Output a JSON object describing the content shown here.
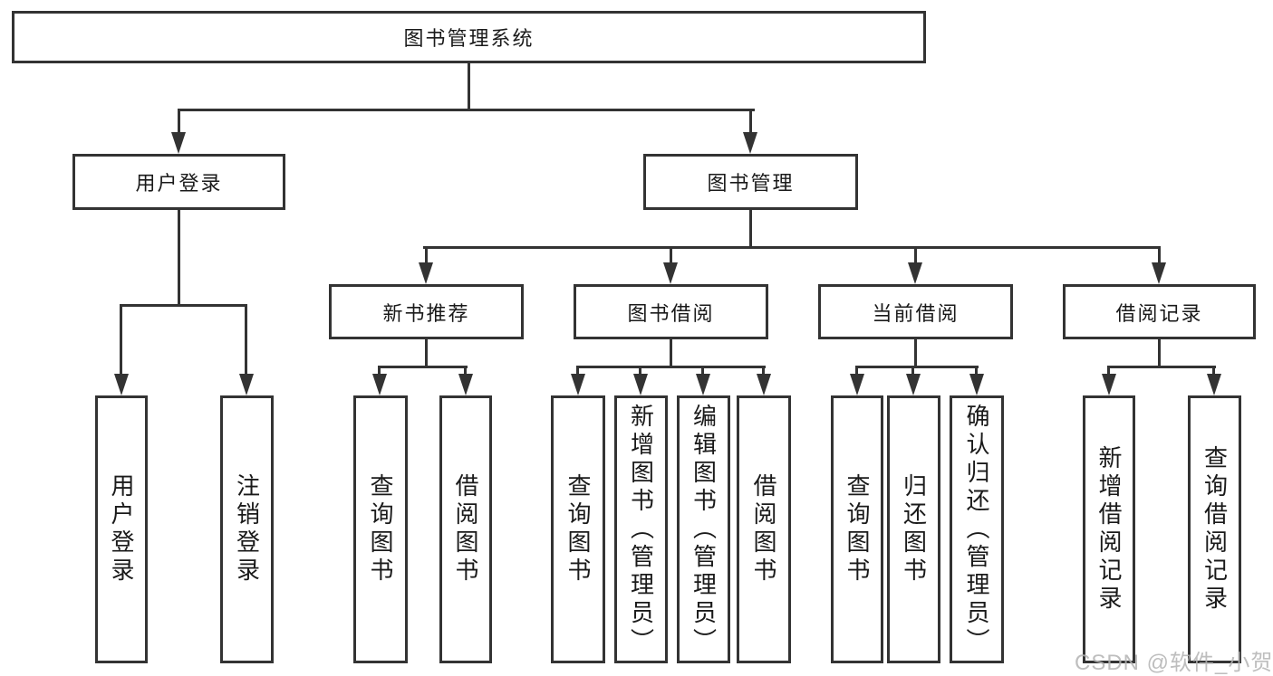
{
  "tree": {
    "label": "图书管理系统",
    "children": [
      {
        "label": "用户登录",
        "children": [
          {
            "label": "用户登录"
          },
          {
            "label": "注销登录"
          }
        ]
      },
      {
        "label": "图书管理",
        "children": [
          {
            "label": "新书推荐",
            "children": [
              {
                "label": "查询图书"
              },
              {
                "label": "借阅图书"
              }
            ]
          },
          {
            "label": "图书借阅",
            "children": [
              {
                "label": "查询图书"
              },
              {
                "label": "新增图书（管理员）"
              },
              {
                "label": "编辑图书（管理员）"
              },
              {
                "label": "借阅图书"
              }
            ]
          },
          {
            "label": "当前借阅",
            "children": [
              {
                "label": "查询图书"
              },
              {
                "label": "归还图书"
              },
              {
                "label": "确认归还（管理员）"
              }
            ]
          },
          {
            "label": "借阅记录",
            "children": [
              {
                "label": "新增借阅记录"
              },
              {
                "label": "查询借阅记录"
              }
            ]
          }
        ]
      }
    ]
  },
  "watermark": {
    "text": "CSDN @软件_小贺同学"
  },
  "colors": {
    "line": "#333333",
    "text": "#1a1a1a",
    "background": "#ffffff",
    "watermark": "#b3b3b3"
  }
}
